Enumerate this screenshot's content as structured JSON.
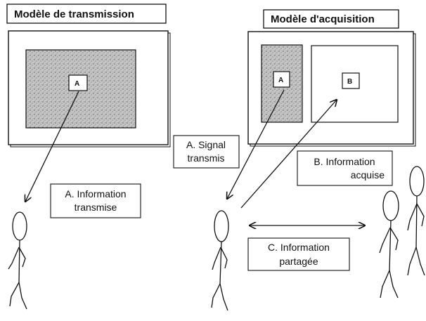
{
  "transmission": {
    "title": "Modèle de transmission",
    "box_a": "A",
    "caption_line1": "A. Information",
    "caption_line2": "transmise"
  },
  "acquisition": {
    "title": "Modèle d'acquisition",
    "box_a": "A",
    "box_b": "B",
    "signal_line1": "A. Signal",
    "signal_line2": "transmis",
    "acquired_line1": "B. Information",
    "acquired_line2": "acquise",
    "shared_line1": "C. Information",
    "shared_line2": "partagée"
  },
  "colors": {
    "ink": "#111111",
    "stipple_fill": "#b9b9b9",
    "paper": "#ffffff"
  }
}
